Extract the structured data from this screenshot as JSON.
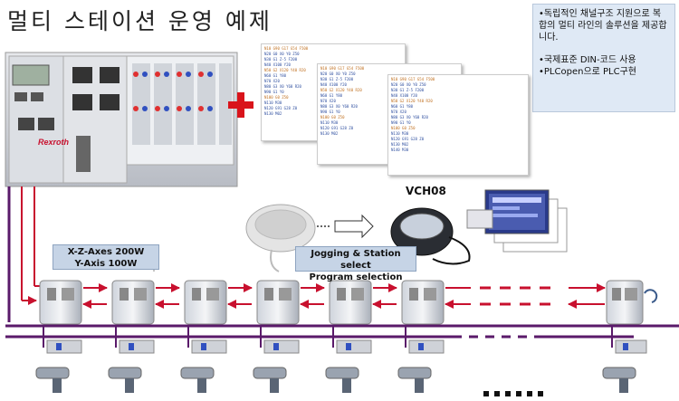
{
  "title": "멀티 스테이션 운영 예제",
  "note": {
    "line1": "•독립적인 채널구조 지원으로 복합의 멀티 라인의 솔루션을 제공합니다.",
    "line2": "•국제표준 DIN-코드 사용",
    "line3": "•PLCopen으로 PLC구현"
  },
  "controller": {
    "brand": "Rexroth"
  },
  "axes_label": {
    "line1": "X-Z-Axes 200W",
    "line2": "Y-Axis 100W"
  },
  "jog_label": {
    "line1": "Jogging & Station select",
    "line2": "Program selection"
  },
  "vch_label": "VCH08",
  "colors": {
    "rail": "#5a1a6a",
    "arrow": "#c8102e",
    "plus": "#d9141b",
    "note_bg": "#dfe9f5"
  }
}
